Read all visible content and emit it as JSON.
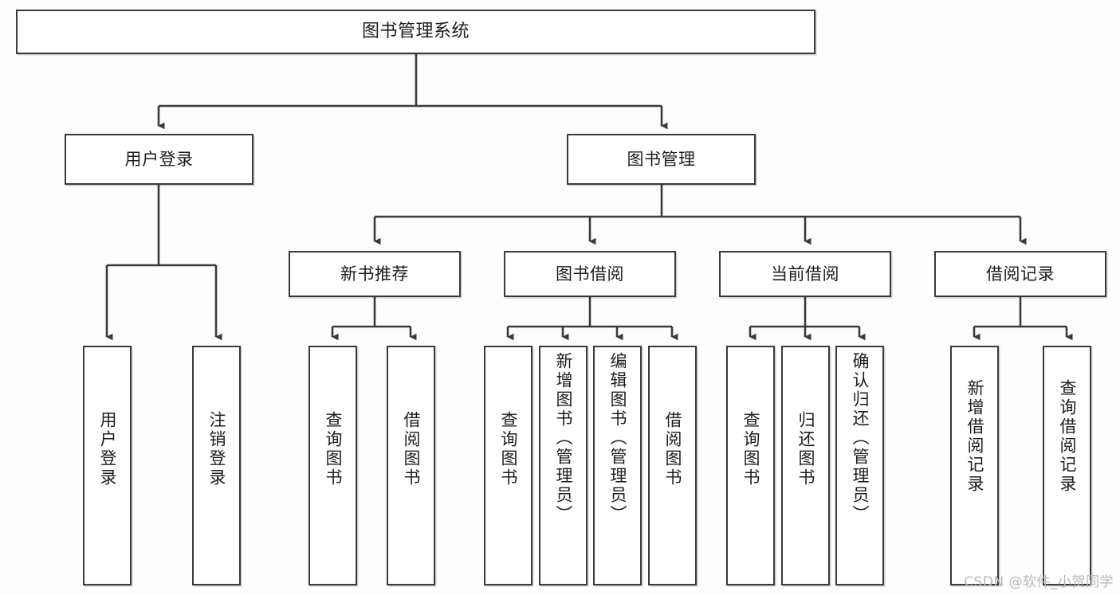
{
  "diagram": {
    "type": "tree-hierarchy",
    "root": {
      "id": "root",
      "label": "图书管理系统"
    },
    "level2": [
      {
        "id": "user-login",
        "label": "用户登录"
      },
      {
        "id": "book-management",
        "label": "图书管理"
      }
    ],
    "level3": [
      {
        "id": "new-book-recommend",
        "label": "新书推荐",
        "parent": "book-management"
      },
      {
        "id": "book-borrow",
        "label": "图书借阅",
        "parent": "book-management"
      },
      {
        "id": "current-borrow",
        "label": "当前借阅",
        "parent": "book-management"
      },
      {
        "id": "borrow-record",
        "label": "借阅记录",
        "parent": "book-management"
      }
    ],
    "leaves": [
      {
        "id": "leaf-user-login",
        "label": "用户登录",
        "parent": "user-login"
      },
      {
        "id": "leaf-logout-login",
        "label": "注销登录",
        "parent": "user-login"
      },
      {
        "id": "leaf-query-book-1",
        "label": "查询图书",
        "parent": "new-book-recommend"
      },
      {
        "id": "leaf-borrow-book-1",
        "label": "借阅图书",
        "parent": "new-book-recommend"
      },
      {
        "id": "leaf-query-book-2",
        "label": "查询图书",
        "parent": "book-borrow"
      },
      {
        "id": "leaf-add-book",
        "label": "新增图书（管理员）",
        "parent": "book-borrow"
      },
      {
        "id": "leaf-edit-book",
        "label": "编辑图书（管理员）",
        "parent": "book-borrow"
      },
      {
        "id": "leaf-borrow-book-2",
        "label": "借阅图书",
        "parent": "book-borrow"
      },
      {
        "id": "leaf-query-book-3",
        "label": "查询图书",
        "parent": "current-borrow"
      },
      {
        "id": "leaf-return-book",
        "label": "归还图书",
        "parent": "current-borrow"
      },
      {
        "id": "leaf-confirm-return",
        "label": "确认归还（管理员）",
        "parent": "current-borrow"
      },
      {
        "id": "leaf-add-record",
        "label": "新增借阅记录",
        "parent": "borrow-record"
      },
      {
        "id": "leaf-query-record",
        "label": "查询借阅记录",
        "parent": "borrow-record"
      }
    ],
    "colors": {
      "stroke": "#3a3a3a",
      "fill": "#ffffff",
      "text": "#1d1d1d",
      "watermark": "#b9b9b9"
    }
  },
  "watermark": {
    "text": "CSDN @软件_小贺同学"
  }
}
